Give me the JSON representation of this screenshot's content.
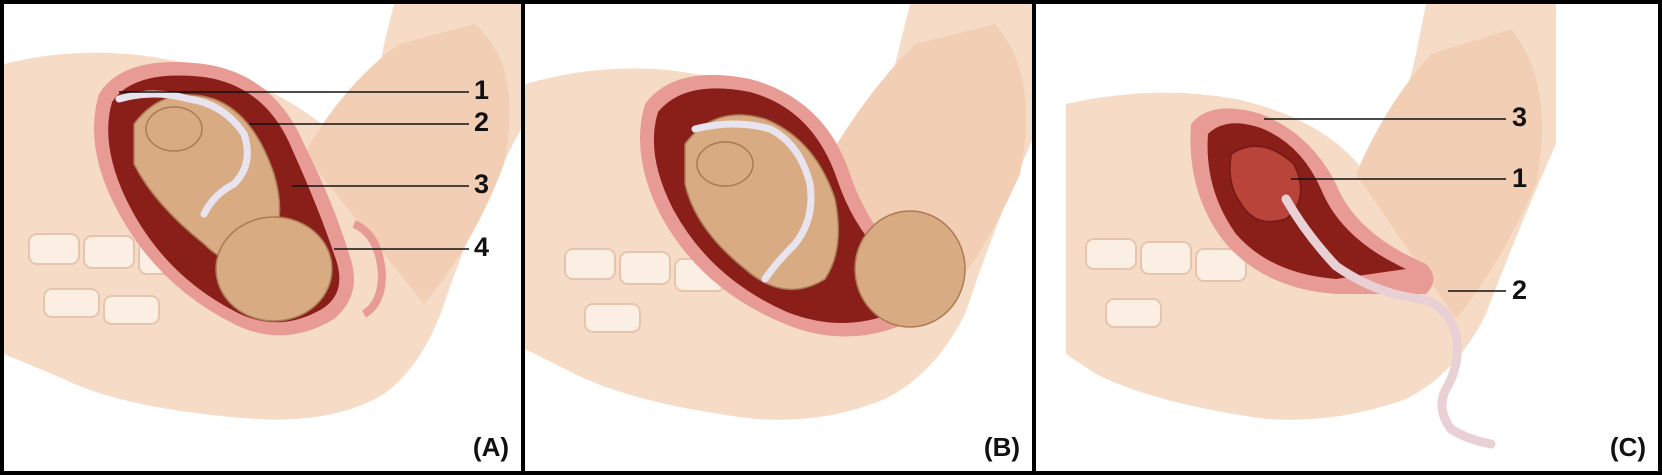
{
  "colors": {
    "skin": "#f6dcc7",
    "skin_dark": "#eac3a6",
    "uterus_wall": "#e79b94",
    "uterus_inner": "#8a1f1a",
    "fetus": "#d9ab82",
    "cord": "#e8e4ef",
    "bone": "#fbefe3",
    "frame": "#000000"
  },
  "panels": [
    {
      "label": "(A)",
      "callouts": [
        "1",
        "2",
        "3",
        "4"
      ]
    },
    {
      "label": "(B)",
      "callouts": []
    },
    {
      "label": "(C)",
      "callouts": [
        "3",
        "1",
        "2"
      ]
    }
  ],
  "icons": [
    "uterus-diagram",
    "fetus-illustration",
    "umbilical-cord",
    "placenta"
  ]
}
